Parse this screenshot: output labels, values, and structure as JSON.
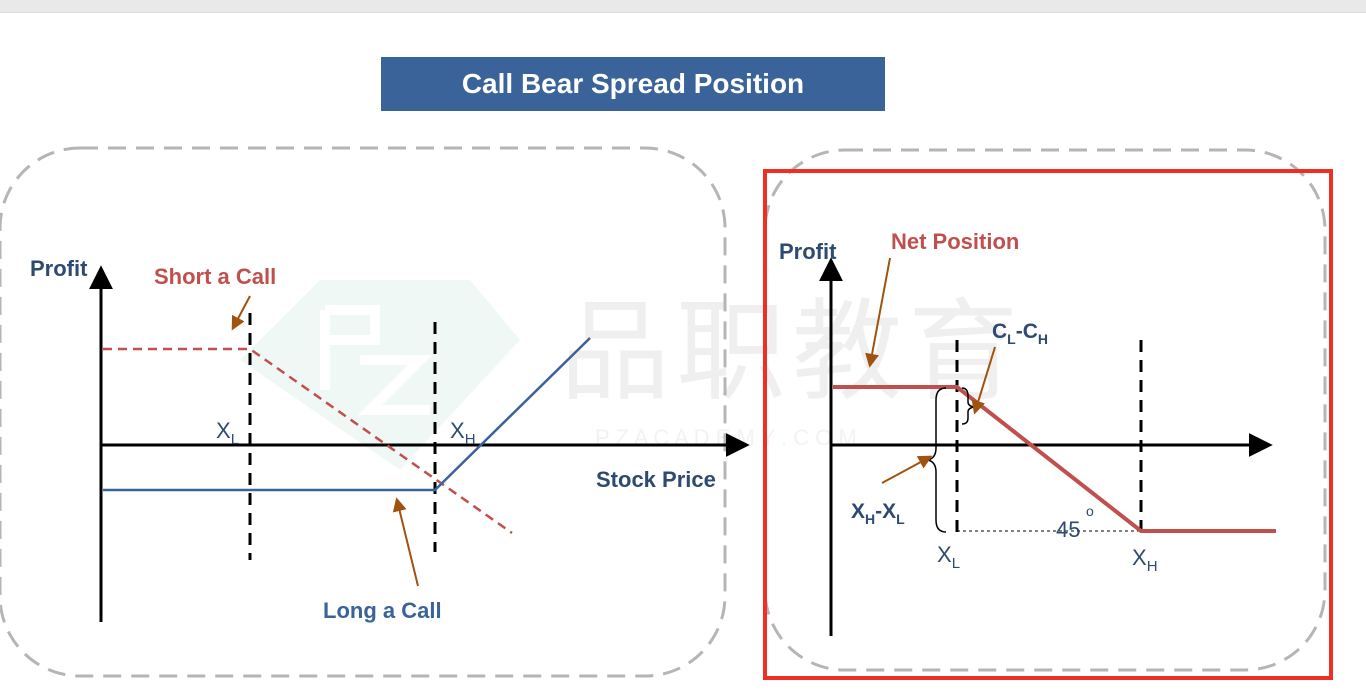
{
  "title": "Call Bear Spread Position",
  "watermark": {
    "chinese": "品职教育",
    "latin": "P Z A C A D E M Y . C O M"
  },
  "left_panel": {
    "y_axis_label": "Profit",
    "x_axis_label": "Stock Price",
    "short_call_label": "Short a Call",
    "long_call_label": "Long a Call",
    "strike_low": {
      "main": "X",
      "sub": "L"
    },
    "strike_high": {
      "main": "X",
      "sub": "H"
    }
  },
  "right_panel": {
    "y_axis_label": "Profit",
    "net_position_label": "Net Position",
    "premium_diff": {
      "a": "C",
      "a_sub": "L",
      "sep": "-",
      "b": "C",
      "b_sub": "H"
    },
    "strike_diff": {
      "a": "X",
      "a_sub": "H",
      "sep": "-",
      "b": "X",
      "b_sub": "L"
    },
    "strike_low": {
      "main": "X",
      "sub": "L"
    },
    "strike_high": {
      "main": "X",
      "sub": "H"
    },
    "angle_label": "45",
    "degree_mark": "o"
  },
  "colors": {
    "banner": "#3a6399",
    "short_call": "#c0504d",
    "long_call": "#3a6399",
    "net_position": "#c0504d",
    "selection": "#ef2f24",
    "annotation_arrow": "#a0520f",
    "label_navy": "#2e4a70"
  }
}
